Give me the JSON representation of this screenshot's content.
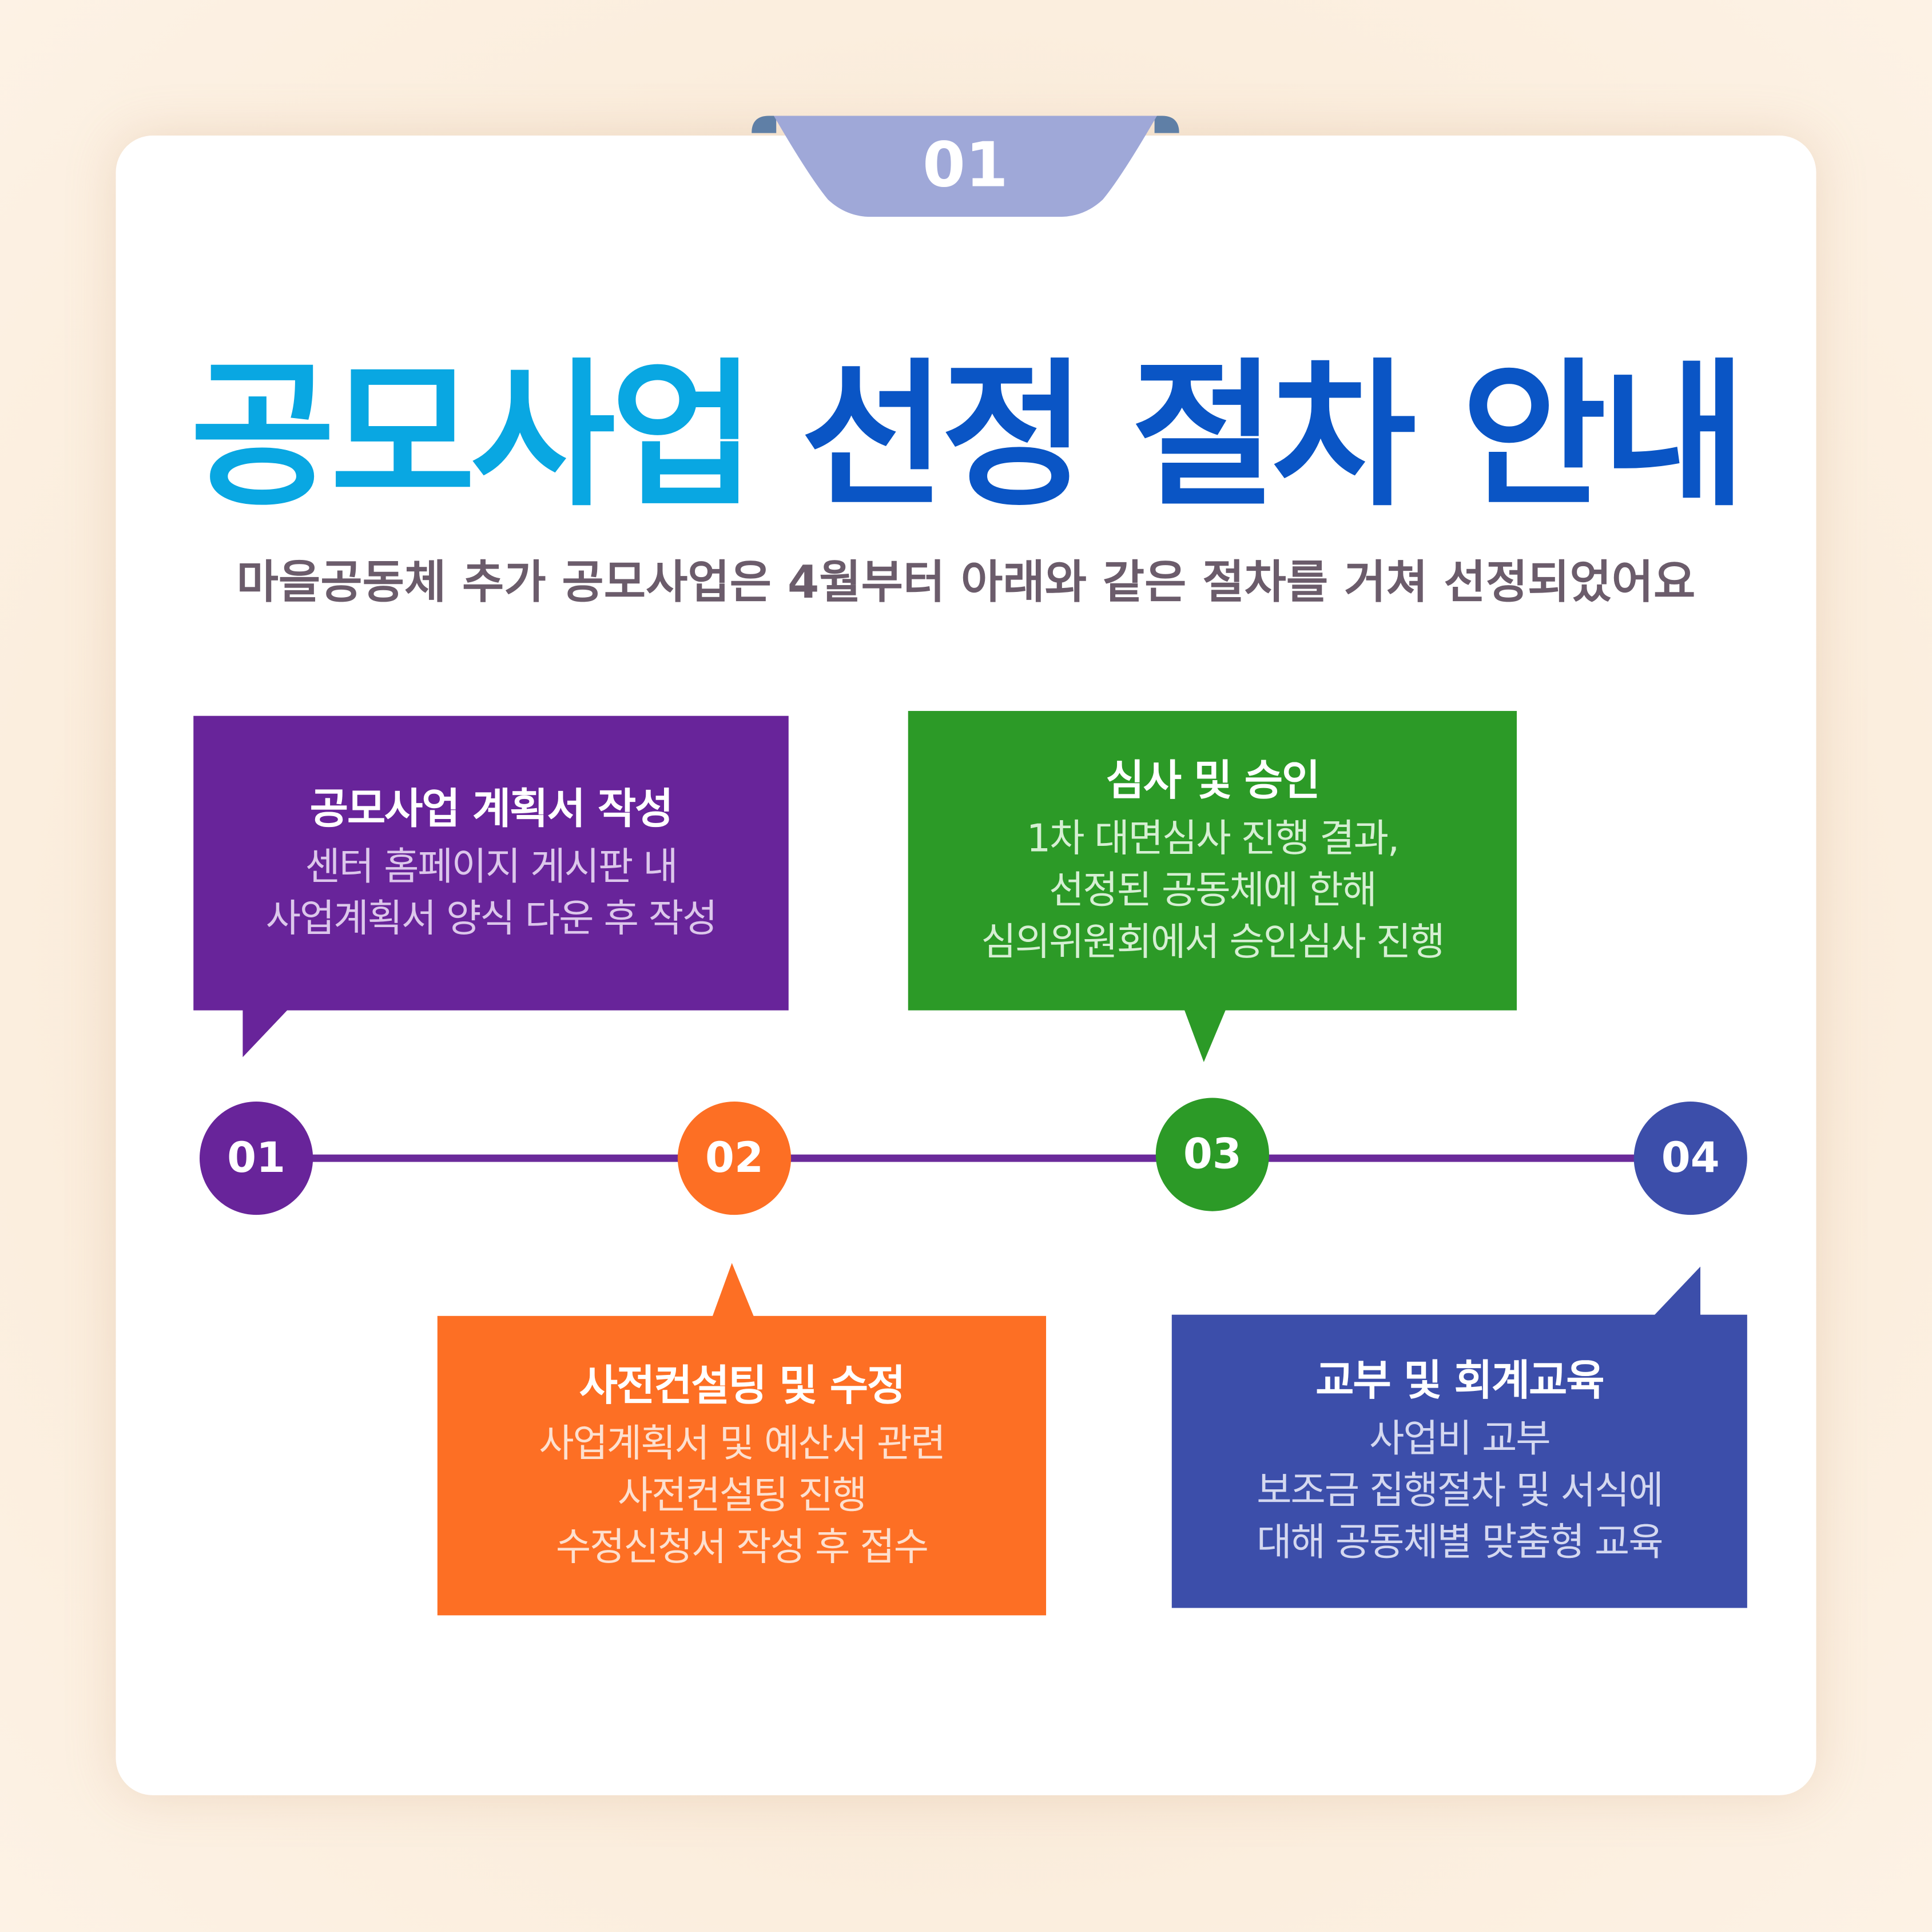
{
  "badge": "01",
  "title": {
    "part1": "공모사업",
    "part2": "선정 절차 안내"
  },
  "subtitle": "마을공동체 추가 공모사업은 4월부터 아래와 같은 절차를 거쳐 선정되었어요",
  "steps": [
    {
      "number": "01",
      "heading": "공모사업 계획서 작성",
      "lines": [
        "센터 홈페이지 게시판 내",
        "사업계획서 양식 다운 후 작성"
      ],
      "color": "#68249a"
    },
    {
      "number": "02",
      "heading": "사전컨설팅 및 수정",
      "lines": [
        "사업계획서 및 예산서 관련",
        "사전컨설팅 진행",
        "수정신청서 작성 후 접수"
      ],
      "color": "#fd6f24"
    },
    {
      "number": "03",
      "heading": "심사 및 승인",
      "lines": [
        "1차 대면심사 진행 결과,",
        "선정된 공동체에 한해",
        "심의위원회에서 승인심사 진행"
      ],
      "color": "#2c9a27"
    },
    {
      "number": "04",
      "heading": "교부 및 회계교육",
      "lines": [
        "사업비 교부",
        "보조금 집행절차 및 서식에",
        "대해 공동체별 맞춤형 교육"
      ],
      "color": "#3c4eaa"
    }
  ]
}
